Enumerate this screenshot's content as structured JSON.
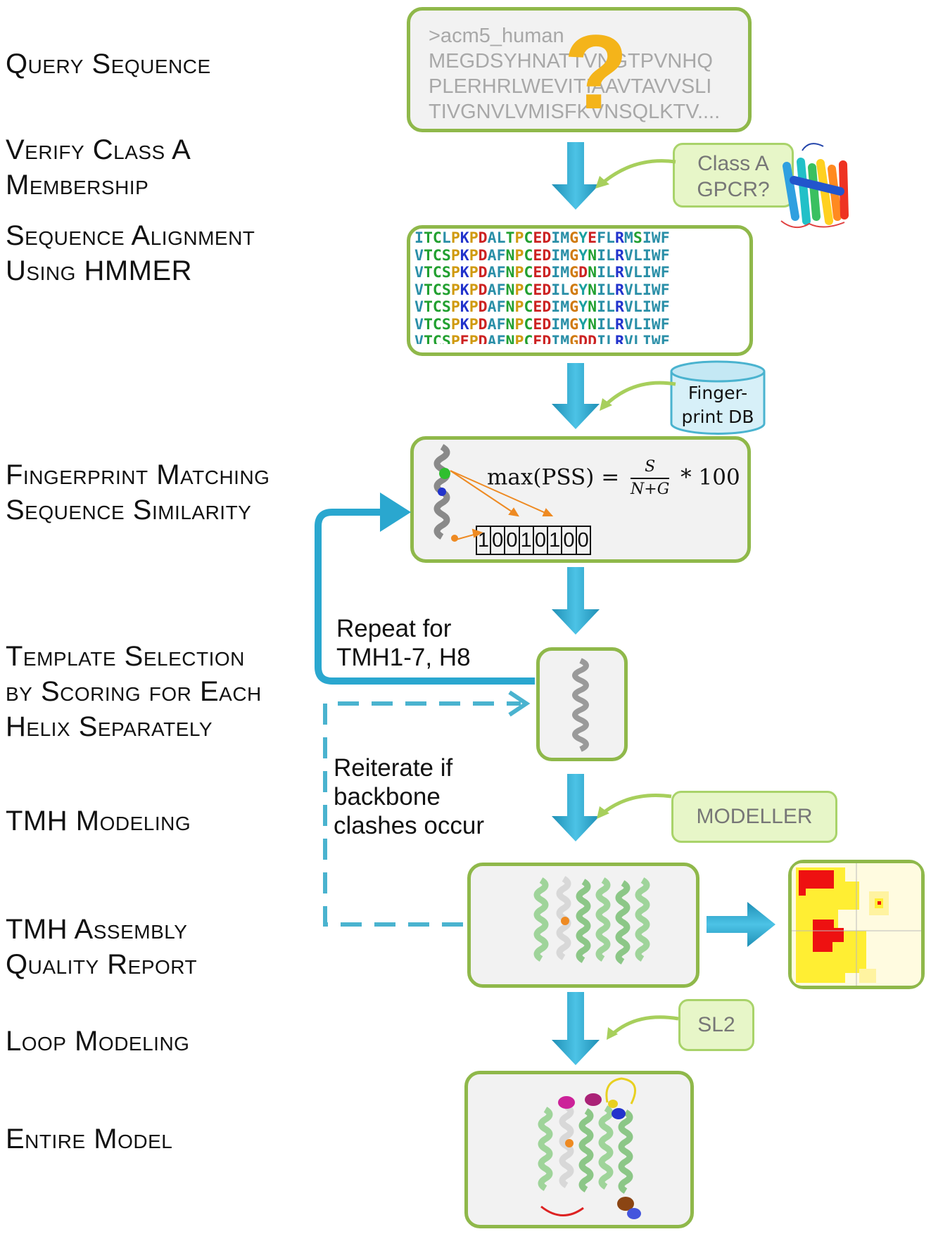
{
  "steps": [
    {
      "id": "query",
      "lines": [
        "Query Sequence"
      ]
    },
    {
      "id": "verify",
      "lines": [
        "Verify Class A",
        "Membership"
      ]
    },
    {
      "id": "alignment",
      "lines": [
        "Sequence Alignment",
        "Using HMMER"
      ]
    },
    {
      "id": "fingerprint",
      "lines": [
        "Fingerprint Matching",
        "Sequence Similarity"
      ]
    },
    {
      "id": "template",
      "lines": [
        "Template Selection",
        "by Scoring for Each",
        "Helix Separately"
      ]
    },
    {
      "id": "tmh_modeling",
      "lines": [
        "TMH Modeling"
      ]
    },
    {
      "id": "assembly",
      "lines": [
        "TMH Assembly",
        "Quality Report"
      ]
    },
    {
      "id": "loop",
      "lines": [
        "Loop Modeling"
      ]
    },
    {
      "id": "entire",
      "lines": [
        "Entire Model"
      ]
    }
  ],
  "query_box": {
    "lines": [
      ">acm5_human",
      "MEGDSYHNATTVNGTPVNHQ",
      "PLERHRLWEVITIAAVTAVVSLI",
      "TIVGNVLVMISFKVNSQLKTV...."
    ],
    "overlay_symbol": "?"
  },
  "callouts": {
    "class_a": [
      "Class A",
      "GPCR?"
    ],
    "fingerprint_db": [
      "Finger-",
      "print DB"
    ],
    "modeller": "MODELLER",
    "sl2": "SL2"
  },
  "alignment": [
    "ITCLPKPDALTPCEDIMGYEFLRMSIWF",
    "VTCSPKPDAFNPCEDIMGYNILRVLIWF",
    "VTCSPKPDAFNPCEDIMGDNILRVLIWF",
    "VTCSPKPDAFNPCEDILGYNILRVLIWF",
    "VTCSPKPDAFNPCEDIMGYNILRVLIWF",
    "VTCSPKPDAFNPCEDIMGYNILRVLIWF",
    "VTCSPEPDAFNPCEDIMGDDILRVLIWF"
  ],
  "formula": {
    "lhs": "max(PSS) = ",
    "numerator": "S",
    "denominator": "N+G",
    "rhs": "* 100"
  },
  "fingerprint_bits": [
    "1",
    "0",
    "0",
    "1",
    "0",
    "1",
    "0",
    "0"
  ],
  "loop_notes": {
    "repeat": [
      "Repeat for",
      "TMH1-7, H8"
    ],
    "reiterate": [
      "Reiterate if",
      "backbone",
      "clashes occur"
    ]
  },
  "colors": {
    "box_border": "#8fb84a",
    "box_fill": "#f2f2f2",
    "callout_fill": "#e7f6c8",
    "arrow": "#2aa7cf",
    "dashed": "#4ab3cf",
    "question": "#f4b41a"
  }
}
